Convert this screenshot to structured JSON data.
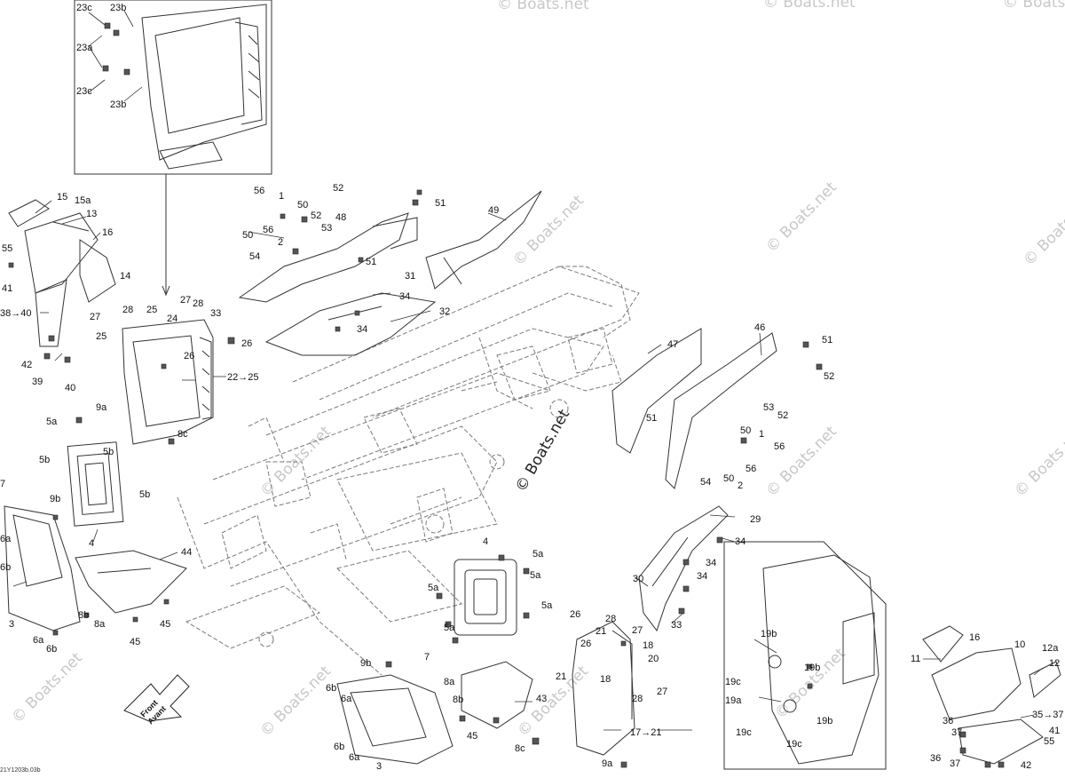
{
  "diagram": {
    "figure_code": "21Y1203b.03b",
    "watermark": "© Boats.net",
    "front_label": {
      "line1": "Front",
      "line2": "Avant"
    },
    "callouts": [
      "23c",
      "23b",
      "23a",
      "23c",
      "23b",
      "15",
      "15a",
      "13",
      "16",
      "14",
      "55",
      "41",
      "38→40",
      "42",
      "39",
      "40",
      "56",
      "1",
      "50",
      "52",
      "48",
      "53",
      "56",
      "2",
      "50",
      "54",
      "51",
      "52",
      "51",
      "49",
      "31",
      "34",
      "32",
      "34",
      "27",
      "28",
      "33",
      "28",
      "25",
      "24",
      "27",
      "25",
      "26",
      "26",
      "22→25",
      "9a",
      "8c",
      "5a",
      "5b",
      "5b",
      "9b",
      "5b",
      "4",
      "7",
      "6a",
      "6b",
      "3",
      "6a",
      "6b",
      "8b",
      "8a",
      "44",
      "45",
      "45",
      "47",
      "46",
      "51",
      "52",
      "51",
      "53",
      "52",
      "50",
      "1",
      "56",
      "54",
      "50",
      "2",
      "56",
      "29",
      "34",
      "34",
      "34",
      "30",
      "33",
      "4",
      "5a",
      "5a",
      "5a",
      "5a",
      "5a",
      "26",
      "28",
      "21",
      "27",
      "26",
      "18",
      "21",
      "20",
      "18",
      "28",
      "27",
      "17→21",
      "9a",
      "9b",
      "7",
      "6b",
      "6a",
      "8a",
      "8b",
      "45",
      "43",
      "8c",
      "6b",
      "6a",
      "3",
      "19b",
      "19b",
      "19c",
      "19a",
      "19c",
      "19c",
      "19b",
      "11",
      "16",
      "10",
      "12a",
      "12",
      "35→37",
      "36",
      "37",
      "41",
      "55",
      "36",
      "37",
      "42"
    ]
  }
}
